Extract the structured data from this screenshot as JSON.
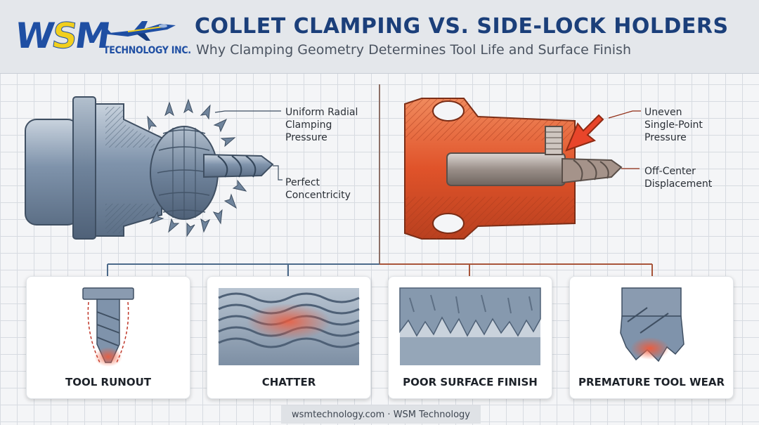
{
  "brand": {
    "logo_wsm": "WSM",
    "logo_sub": "TECHNOLOGY INC."
  },
  "header": {
    "title": "COLLET CLAMPING VS. SIDE-LOCK HOLDERS",
    "subtitle": "Why Clamping Geometry Determines Tool Life and Surface Finish"
  },
  "collet": {
    "callout_pressure": "Uniform Radial\nClamping\nPressure",
    "callout_concentric": "Perfect\nConcentricity"
  },
  "sidelock": {
    "callout_pressure": "Uneven\nSingle-Point\nPressure",
    "callout_offset": "Off-Center\nDisplacement"
  },
  "cards": [
    {
      "label": "TOOL RUNOUT"
    },
    {
      "label": "CHATTER"
    },
    {
      "label": "POOR SURFACE FINISH"
    },
    {
      "label": "PREMATURE TOOL WEAR"
    }
  ],
  "footer": {
    "text": "wsmtechnology.com · WSM Technology"
  },
  "colors": {
    "brand_blue": "#1f4fa3",
    "brand_yellow": "#f2cf1d",
    "steel": "#8a9bb0",
    "sidelock_orange": "#e0532a",
    "heat_red": "#e8452a"
  }
}
